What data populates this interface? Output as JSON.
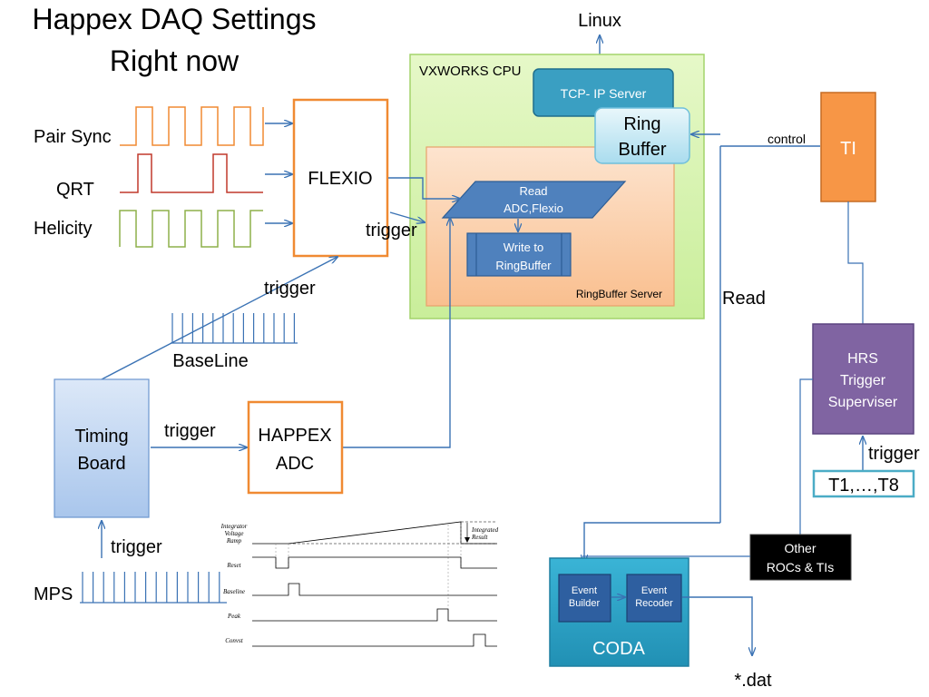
{
  "title": {
    "line1": "Happex DAQ Settings",
    "line2": "Right now"
  },
  "signals": {
    "pair_sync": "Pair Sync",
    "qrt": "QRT",
    "helicity": "Helicity"
  },
  "flexio": {
    "label": "FLEXIO"
  },
  "vxworks": {
    "label": "VXWORKS  CPU"
  },
  "tcpip": {
    "label": "TCP- IP Server"
  },
  "linux": {
    "label": "Linux"
  },
  "ring_buffer": {
    "line1": "Ring",
    "line2": "Buffer"
  },
  "ringbuffer_server": {
    "label": "RingBuffer Server",
    "read_line1": "Read",
    "read_line2": "ADC,Flexio",
    "write_line1": "Write to",
    "write_line2": "RingBuffer"
  },
  "ti": {
    "label": "TI",
    "control_label": "control"
  },
  "read_label": "Read",
  "hrs": {
    "line1": "HRS",
    "line2": "Trigger",
    "line3": "Superviser"
  },
  "triggers": {
    "flexio_trigger": "trigger",
    "timing_trigger_up": "trigger",
    "timing_to_adc": "trigger",
    "mps_trigger": "trigger",
    "hrs_trigger": "trigger"
  },
  "t1_t8": {
    "label": "T1,…,T8"
  },
  "baseline": {
    "label": "BaseLine"
  },
  "timing_board": {
    "line1": "Timing",
    "line2": "Board"
  },
  "happex_adc": {
    "line1": "HAPPEX",
    "line2": "ADC"
  },
  "mps": {
    "label": "MPS"
  },
  "other_rocs": {
    "line1": "Other",
    "line2": "ROCs & TIs"
  },
  "coda": {
    "label": "CODA",
    "event_builder_line1": "Event",
    "event_builder_line2": "Builder",
    "event_recorder_line1": "Event",
    "event_recorder_line2": "Recoder"
  },
  "dat_output": {
    "label": "*.dat"
  },
  "timing_plot": {
    "integrator_line1": "Integrator",
    "integrator_line2": "Voltage",
    "integrator_line3": "Ramp",
    "integrated_line1": "Integrated",
    "integrated_line2": "Result",
    "reset": "Reset",
    "baseline": "Baseline",
    "peak": "Peak",
    "convst": "Convst"
  },
  "colors": {
    "arrow": "#3a72b4",
    "orange": "#f08a32",
    "red_signal": "#c0392b",
    "green_signal": "#8db04a",
    "vxworks_fill": "#d9f5b5",
    "tcpip_fill": "#3a9fc2",
    "ti_fill": "#f79646",
    "hrs_fill": "#8064a2",
    "coda_fill": "#2fa4c8",
    "process_fill": "#4f81bd",
    "timing_fill": "#c6d9f1"
  }
}
